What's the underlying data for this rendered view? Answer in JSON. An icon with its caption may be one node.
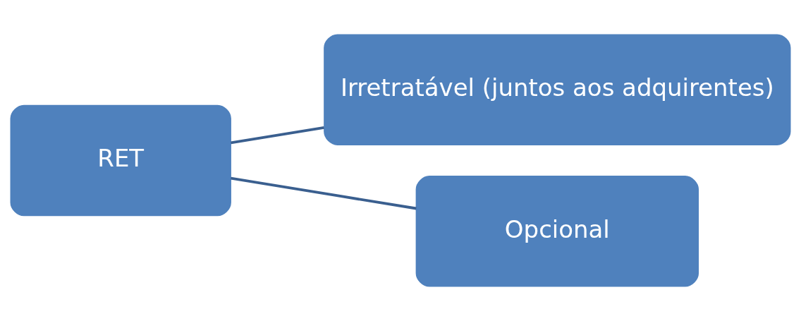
{
  "diagram": {
    "nodes": [
      {
        "text": [
          "RET"
        ]
      },
      {
        "text": [
          "Irretratável (juntos aos adquirentes)"
        ]
      },
      {
        "text": [
          "Opcional"
        ]
      }
    ],
    "edges": [
      {
        "from": 0,
        "to": 1,
        "arrow": "none"
      },
      {
        "from": 0,
        "to": 2,
        "arrow": "none"
      }
    ]
  }
}
